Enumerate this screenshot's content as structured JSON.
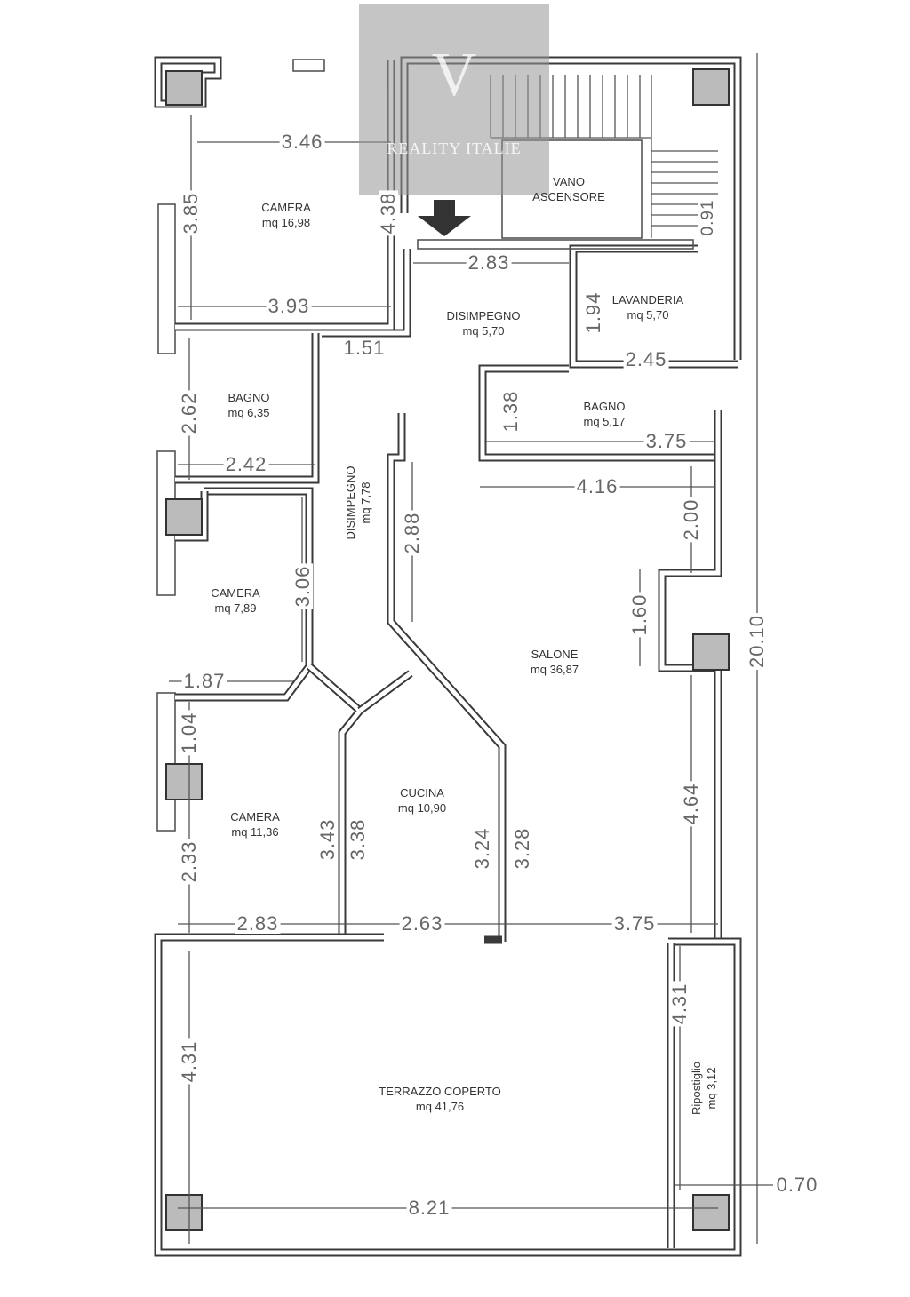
{
  "watermark": {
    "monogram": "V",
    "brand": "REALITY ITALIE"
  },
  "rooms": [
    {
      "name": "CAMERA",
      "area": "mq 16,98"
    },
    {
      "name": "VANO",
      "area": "ASCENSORE"
    },
    {
      "name": "LAVANDERIA",
      "area": "mq 5,70"
    },
    {
      "name": "DISIMPEGNO",
      "area": "mq 5,70"
    },
    {
      "name": "BAGNO",
      "area": "mq 6,35"
    },
    {
      "name": "BAGNO",
      "area": "mq 5,17"
    },
    {
      "name": "DISIMPEGNO",
      "area": "mq 7,78"
    },
    {
      "name": "CAMERA",
      "area": "mq 7,89"
    },
    {
      "name": "SALONE",
      "area": "mq 36,87"
    },
    {
      "name": "CUCINA",
      "area": "mq 10,90"
    },
    {
      "name": "CAMERA",
      "area": "mq 11,36"
    },
    {
      "name": "TERRAZZO COPERTO",
      "area": "mq 41,76"
    },
    {
      "name": "Ripostiglio",
      "area": "mq 3,12"
    }
  ],
  "dimensions": [
    "3.46",
    "3.85",
    "4.38",
    "3.93",
    "2.83",
    "0.91",
    "1.94",
    "1.51",
    "2.45",
    "2.62",
    "1.38",
    "3.75",
    "2.42",
    "4.16",
    "2.88",
    "2.00",
    "3.06",
    "1.60",
    "20.10",
    "1.87",
    "1.04",
    "4.64",
    "3.43",
    "3.38",
    "3.24",
    "3.28",
    "2.33",
    "2.83",
    "2.63",
    "3.75",
    "4.31",
    "4.31",
    "0.70",
    "8.21"
  ]
}
